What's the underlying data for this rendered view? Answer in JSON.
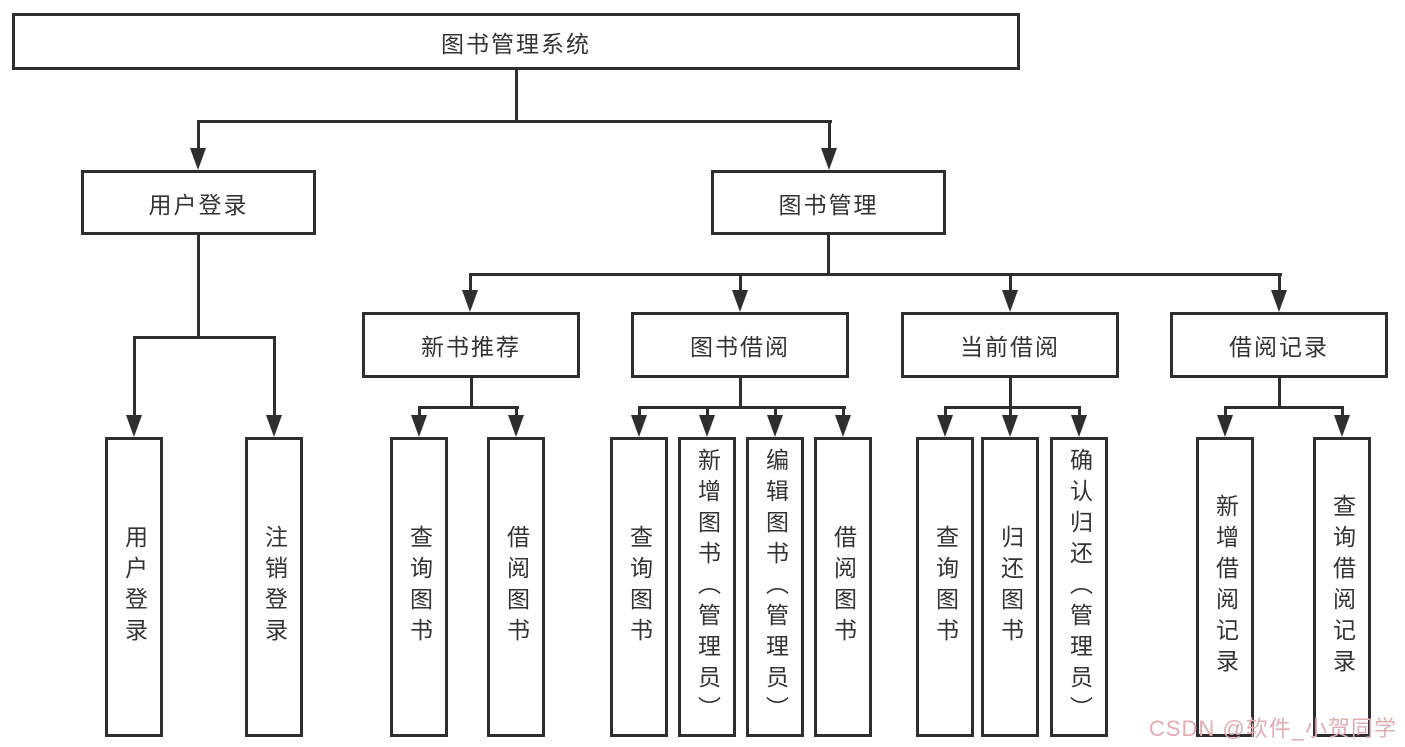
{
  "diagram": {
    "title": "图书管理系统",
    "tree": {
      "root": {
        "label": "图书管理系统"
      },
      "children": [
        {
          "label": "用户登录",
          "children": [
            {
              "label": "用户登录"
            },
            {
              "label": "注销登录"
            }
          ]
        },
        {
          "label": "图书管理",
          "children": [
            {
              "label": "新书推荐",
              "children": [
                {
                  "label": "查询图书"
                },
                {
                  "label": "借阅图书"
                }
              ]
            },
            {
              "label": "图书借阅",
              "children": [
                {
                  "label": "查询图书"
                },
                {
                  "label": "新增图书（管理员）"
                },
                {
                  "label": "编辑图书（管理员）"
                },
                {
                  "label": "借阅图书"
                }
              ]
            },
            {
              "label": "当前借阅",
              "children": [
                {
                  "label": "查询图书"
                },
                {
                  "label": "归还图书"
                },
                {
                  "label": "确认归还（管理员）"
                }
              ]
            },
            {
              "label": "借阅记录",
              "children": [
                {
                  "label": "新增借阅记录"
                },
                {
                  "label": "查询借阅记录"
                }
              ]
            }
          ]
        }
      ]
    },
    "colors": {
      "line": "#2e2e2e",
      "text": "#333333",
      "background": "#ffffff",
      "watermark": "#e2abb0"
    }
  },
  "watermark": {
    "text": "CSDN @软件_小贺同学"
  }
}
